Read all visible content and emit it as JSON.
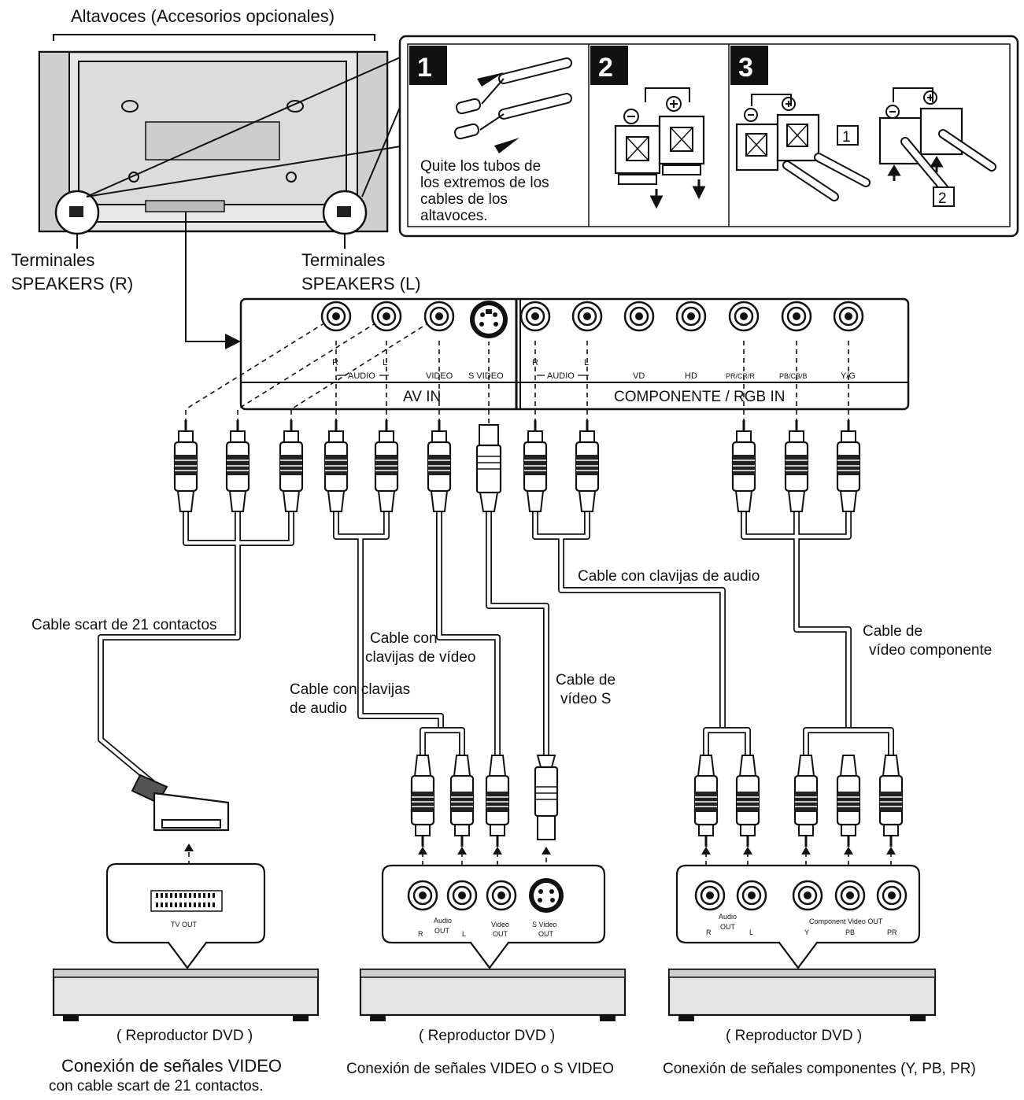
{
  "top": {
    "speakers_title": "Altavoces (Accesorios opcionales)",
    "terminal_right": [
      "Terminales",
      "SPEAKERS (R)"
    ],
    "terminal_left": [
      "Terminales",
      "SPEAKERS (L)"
    ]
  },
  "steps": {
    "step1_num": "1",
    "step2_num": "2",
    "step3_num": "3",
    "step1_text": [
      "Quite los tubos de",
      "los extremos de los",
      "cables de los",
      "altavoces."
    ],
    "step3_sub1": "1",
    "step3_sub2": "2"
  },
  "panel": {
    "av_in_title": "AV  IN",
    "component_title": "COMPONENTE / RGB IN",
    "av_labels": {
      "r": "R",
      "audio": "AUDIO",
      "l": "L",
      "video": "VIDEO",
      "s_video": "S VIDEO"
    },
    "comp_labels": {
      "r": "R",
      "audio": "AUDIO",
      "l": "L",
      "vd": "VD",
      "hd": "HD",
      "pr": "PR/CR/R",
      "pb": "PB/CB/B",
      "yg": "Y/G"
    }
  },
  "cables": {
    "scart": "Cable scart de 21 contactos",
    "audio_left": [
      "Cable con clavijas",
      "de audio"
    ],
    "video": [
      "Cable con",
      "clavijas de vídeo"
    ],
    "s_video": [
      "Cable de",
      "vídeo S"
    ],
    "audio_right": "Cable con clavijas de audio",
    "component": [
      "Cable de",
      "vídeo componente"
    ]
  },
  "devices": {
    "left": {
      "port_label": "TV OUT",
      "name": "( Reproductor DVD )",
      "caption": [
        "Conexión de señales VIDEO",
        "con cable scart de 21 contactos."
      ]
    },
    "middle": {
      "audio_label": "Audio",
      "out_label": "OUT",
      "r": "R",
      "l": "L",
      "video_label": "Video",
      "video_out": "OUT",
      "svideo_label": "S Video",
      "svideo_out": "OUT",
      "name": "( Reproductor DVD )",
      "caption": "Conexión de señales VIDEO o S VIDEO"
    },
    "right": {
      "audio_label": "Audio",
      "out_label": "OUT",
      "r": "R",
      "l": "L",
      "component_label": "Component Video OUT",
      "y": "Y",
      "pb": "PB",
      "pr": "PR",
      "name": "( Reproductor DVD )",
      "caption": "Conexión de señales componentes (Y, PB, PR)"
    }
  }
}
